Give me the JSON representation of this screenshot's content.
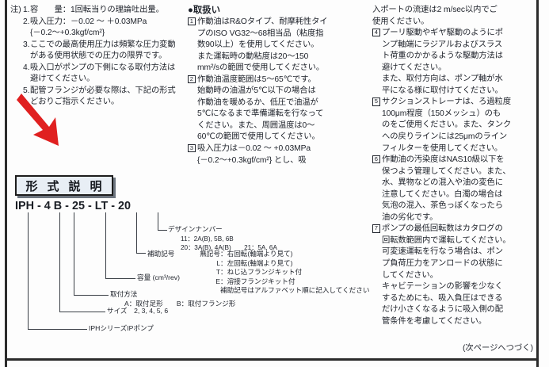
{
  "page": {
    "continuation": "(次ページへつづく)"
  },
  "notes": {
    "header": "注)",
    "items": [
      {
        "num": "1.",
        "lines": [
          "容　　量：1回転当りの理論吐出量。"
        ]
      },
      {
        "num": "2.",
        "lines": [
          "吸入圧力：－0.02 ～ ＋0.03MPa",
          "{－0.2～+0.3kgf/cm²}"
        ]
      },
      {
        "num": "3.",
        "lines": [
          "ここでの最高使用圧力は頻繁な圧力変動",
          "がある使用状態での圧力の限界です。"
        ]
      },
      {
        "num": "4.",
        "lines": [
          "吸入口がポンプの下側になる取付方法は",
          "避けてください。"
        ]
      },
      {
        "num": "5.",
        "lines": [
          "配管フランジが必要な際は、下記の形式",
          "どおりご指示ください。"
        ]
      }
    ]
  },
  "title_box": {
    "chars": [
      "形",
      "式",
      "説",
      "明"
    ]
  },
  "model_code": {
    "full": "IPH - 4 B - 25 - LT - 20",
    "segments": [
      {
        "text": "IPH",
        "meaning": "IPHシリーズIPポンプ"
      },
      {
        "text": "4",
        "meaning": "サイズ 2, 3, 4, 5, 6"
      },
      {
        "text": "B",
        "meaning": "取付方法"
      },
      {
        "text": "25",
        "meaning": "容量 (cm³/rev)"
      },
      {
        "text": "LT",
        "meaning": "補助記号"
      },
      {
        "text": "20",
        "meaning": "デザインナンバー"
      }
    ]
  },
  "annotations": {
    "design_number": {
      "label": "デザインナンバー",
      "lines": [
        "11：2A(B), 5B, 6B",
        "20：3A(B), 4A(B)　　21：5A, 6A"
      ]
    },
    "aux_symbol": {
      "label": "補助記号",
      "rows": [
        {
          "key": "無記号",
          "value": "：右回転(軸端より見て)"
        },
        {
          "key": "L",
          "value": "：左回転(軸端より見て)"
        },
        {
          "key": "T",
          "value": "：ねじ込フランジキット付"
        },
        {
          "key": "E",
          "value": "：溶接フランジキット付"
        }
      ],
      "footnote": "補助記号はアルファベット順に記入してください"
    },
    "capacity": {
      "label": "容量 (cm³/rev)"
    },
    "mounting": {
      "label": "取付方法",
      "detail": "A：取付足形　　B：取付フランジ形"
    },
    "size": {
      "label": "サイズ　2, 3, 4, 5, 6"
    },
    "series": {
      "label": "IPHシリーズIPポンプ"
    }
  },
  "handling": {
    "heading": "●取扱い",
    "items": [
      {
        "num": "1",
        "lines": [
          "作動油はR&Oタイプ、耐摩耗性タイ",
          "プのISO VG32～68相当品（粘度指",
          "数90以上）を使用してください。",
          "また運転時の動粘度は20～150",
          "mm²/sの範囲で使用してください。"
        ]
      },
      {
        "num": "2",
        "lines": [
          "作動油温度範囲は5～65℃です。",
          "始動時の油温が5℃以下の場合は",
          "作動油を暖めるか、低圧で油温が",
          "5℃になるまで準備運転を行なって",
          "ください。また、周囲温度は0～",
          "60℃の範囲で使用してください。"
        ]
      },
      {
        "num": "3",
        "lines": [
          "吸入圧力は－0.02 ～ +0.03MPa",
          "{－0.2～+0.3kgf/cm²} とし、吸",
          "入ポートの流速は2 m/sec以内でご",
          "使用ください。"
        ]
      },
      {
        "num": "4",
        "lines": [
          "プーリ駆動やギヤ駆動のようにポ",
          "ンプ軸端にラジアルおよびスラス",
          "ト荷重のかかるような駆動方法は",
          "避けてください。",
          "また、取付方向は、ポンプ軸が水",
          "平になる様に取付けてください。"
        ]
      },
      {
        "num": "5",
        "lines": [
          "サクションストレーナは、ろ過粒度",
          "100μm程度（150メッシュ）のも",
          "のをご使用ください。また、タンク",
          "への戻りラインには25μmのライン",
          "フィルターを使用してください。"
        ]
      },
      {
        "num": "6",
        "lines": [
          "作動油の汚染度はNAS10級以下を",
          "保つよう管理してください。また、",
          "水、異物などの混入や油の変色に",
          "注意してください。白濁の場合は",
          "気泡の混入、茶色っぽくなったら",
          "油の劣化です。"
        ]
      },
      {
        "num": "7",
        "lines": [
          "ポンプの最低回転数はカタログの",
          "回転数範囲内で運転してください。",
          "可変速運転を行なう場合は、ポン",
          "プ負荷圧力をアンロードの状態に",
          "してください。",
          "キャビテーションの影響を少なく",
          "するためにも、吸入負圧はできる",
          "だけ小さくなるように吸入側の配",
          "管条件を考慮してください。"
        ]
      }
    ]
  },
  "colors": {
    "arrow": "#e02020",
    "text": "#20242c",
    "title_box_fill": "#e8eef5",
    "frame": "#2b2b2b"
  }
}
